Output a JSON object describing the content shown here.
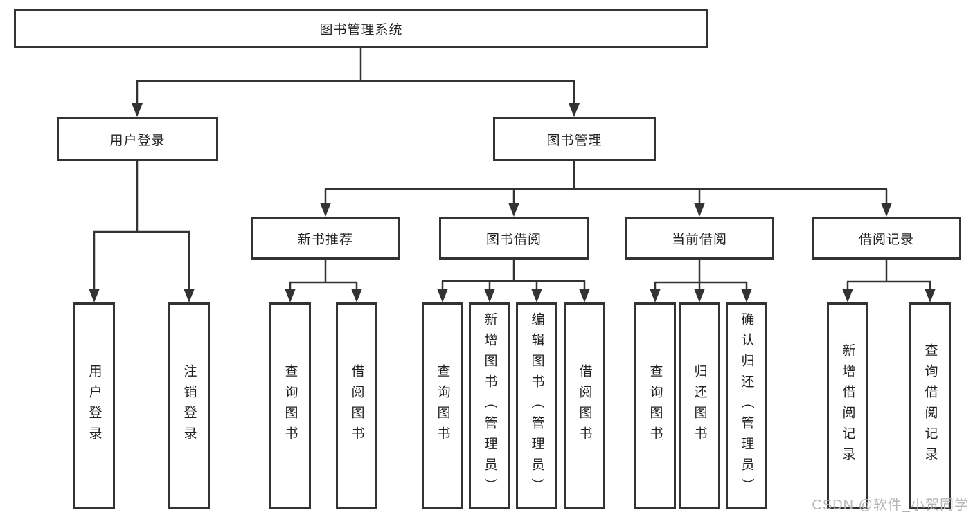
{
  "colors": {
    "line_color": "#333333",
    "border_color": "#333333",
    "text_color": "#212121",
    "background_color": "#ffffff",
    "watermark_color": "#b5b5b5"
  },
  "watermark": {
    "text": "CSDN @软件_小贺同学"
  },
  "tree": {
    "label": "图书管理系统",
    "children": [
      {
        "label": "用户登录",
        "children": [
          {
            "label": "用户登录"
          },
          {
            "label": "注销登录"
          }
        ]
      },
      {
        "label": "图书管理",
        "children": [
          {
            "label": "新书推荐",
            "children": [
              {
                "label": "查询图书"
              },
              {
                "label": "借阅图书"
              }
            ]
          },
          {
            "label": "图书借阅",
            "children": [
              {
                "label": "查询图书"
              },
              {
                "label": "新增图书（管理员）"
              },
              {
                "label": "编辑图书（管理员）"
              },
              {
                "label": "借阅图书"
              }
            ]
          },
          {
            "label": "当前借阅",
            "children": [
              {
                "label": "查询图书"
              },
              {
                "label": "归还图书"
              },
              {
                "label": "确认归还（管理员）"
              }
            ]
          },
          {
            "label": "借阅记录",
            "children": [
              {
                "label": "新增借阅记录"
              },
              {
                "label": "查询借阅记录"
              }
            ]
          }
        ]
      }
    ]
  }
}
